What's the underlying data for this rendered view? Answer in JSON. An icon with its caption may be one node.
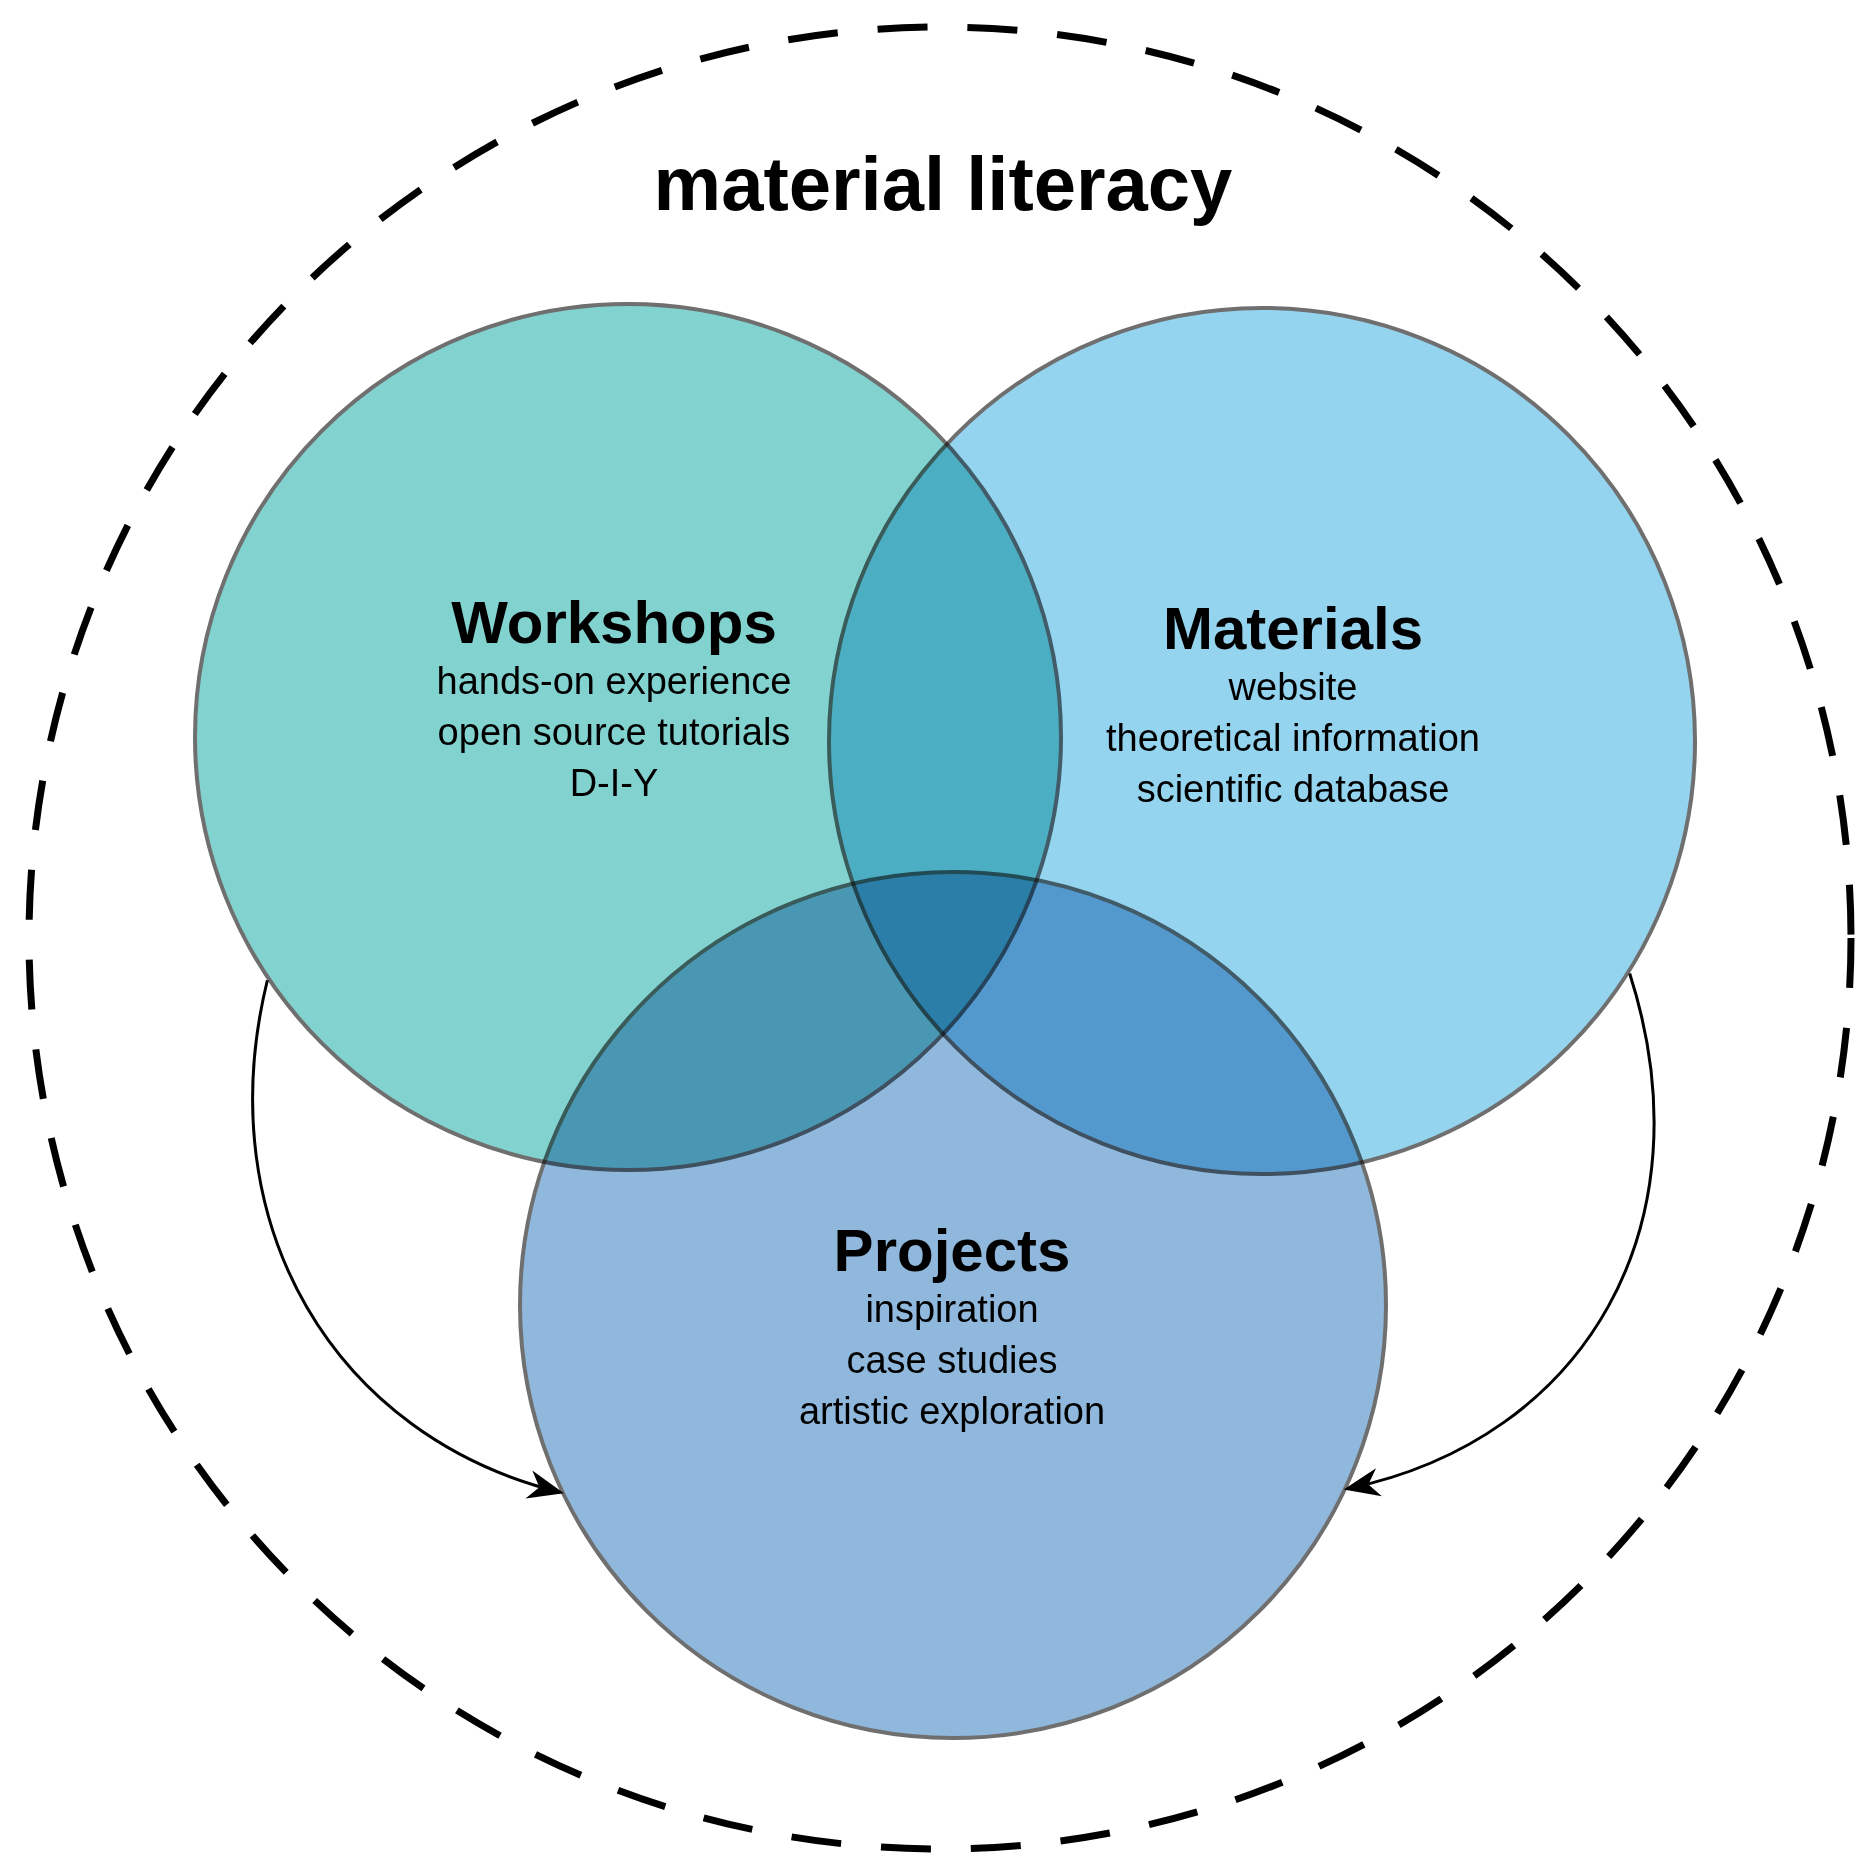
{
  "diagram": {
    "nodes": [
      {
        "text": [
          "material literacy"
        ]
      },
      {
        "text": [
          "Workshops",
          "hands-on experience",
          "open source tutorials",
          "D-I-Y"
        ],
        "in": 0
      },
      {
        "text": [
          "Materials",
          "website",
          "theoretical information",
          "scientific database"
        ],
        "in": 0
      },
      {
        "text": [
          "Projects",
          "inspiration",
          "case studies",
          "artistic exploration"
        ],
        "in": 0
      }
    ],
    "edges": [
      {
        "from": 1,
        "to": 3,
        "arrow": "to"
      },
      {
        "from": 2,
        "to": 3,
        "arrow": "to"
      }
    ]
  }
}
